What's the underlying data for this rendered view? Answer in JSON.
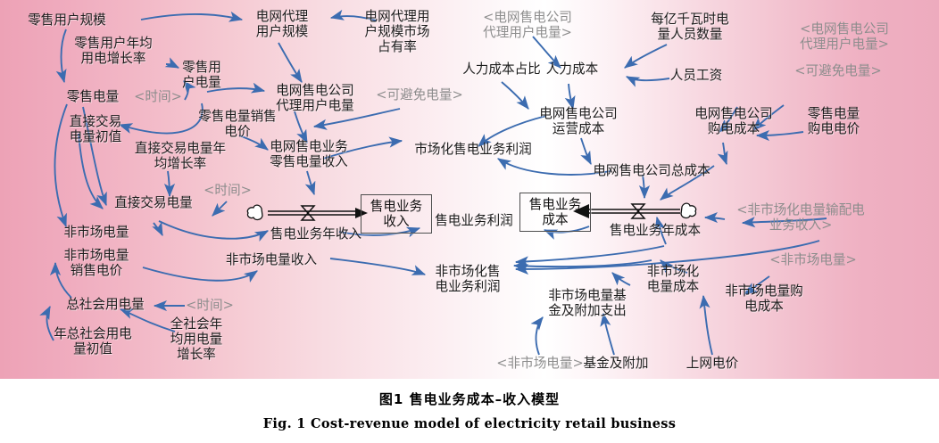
{
  "figure": {
    "caption_cn": "图1   售电业务成本–收入模型",
    "caption_en": "Fig. 1    Cost-revenue model of electricity retail business",
    "background_left": "#eda2b6",
    "background_center": "#ffffff",
    "background_right": "#edabbe",
    "arrow_color": "#3c6cb0",
    "flow_color": "#1a1a1a"
  },
  "stocks": [
    {
      "id": "revenue-stock",
      "label": "售电业务\n收入"
    },
    {
      "id": "cost-stock",
      "label": "售电业务\n成本"
    }
  ],
  "flows": [
    {
      "id": "annual-revenue-flow",
      "label": "售电业务年收入"
    },
    {
      "id": "annual-cost-flow",
      "label": "售电业务年成本"
    }
  ],
  "variables": [
    {
      "id": "v01",
      "label": "零售用户规模"
    },
    {
      "id": "v02",
      "label": "零售用户年均\n用电增长率"
    },
    {
      "id": "v03",
      "label": "零售用\n户电量"
    },
    {
      "id": "v04",
      "label": "零售电量"
    },
    {
      "id": "v05",
      "label": "直接交易\n电量初值"
    },
    {
      "id": "v06",
      "label": "直接交易电量年\n均增长率"
    },
    {
      "id": "v07",
      "label": "直接交易电量"
    },
    {
      "id": "v08",
      "label": "非市场电量"
    },
    {
      "id": "v09",
      "label": "非市场电量\n销售电价"
    },
    {
      "id": "v10",
      "label": "总社会用电量"
    },
    {
      "id": "v11",
      "label": "年总社会用电\n量初值"
    },
    {
      "id": "v12",
      "label": "全社会年\n均用电量\n增长率"
    },
    {
      "id": "v13",
      "label": "电网代理\n用户规模"
    },
    {
      "id": "v14",
      "label": "电网代理用\n户规模市场\n占有率"
    },
    {
      "id": "v15",
      "label": "电网售电公司\n代理用户电量"
    },
    {
      "id": "v16",
      "label": "零售电量销售\n电价"
    },
    {
      "id": "v17",
      "label": "电网售电业务\n零售电量收入"
    },
    {
      "id": "v18",
      "label": "市场化售电业务利润"
    },
    {
      "id": "v19",
      "label": "人力成本占比"
    },
    {
      "id": "v20",
      "label": "人力成本"
    },
    {
      "id": "v21",
      "label": "每亿千瓦时电\n量人员数量"
    },
    {
      "id": "v22",
      "label": "人员工资"
    },
    {
      "id": "v23",
      "label": "电网售电公司\n运营成本"
    },
    {
      "id": "v24",
      "label": "电网售电公司\n购电成本"
    },
    {
      "id": "v25",
      "label": "零售电量\n购电电价"
    },
    {
      "id": "v26",
      "label": "电网售电公司总成本"
    },
    {
      "id": "v27",
      "label": "售电业务利润"
    },
    {
      "id": "v28",
      "label": "非市场电量收入"
    },
    {
      "id": "v29",
      "label": "非市场化售\n电业务利润"
    },
    {
      "id": "v30",
      "label": "非市场电量基\n金及附加支出"
    },
    {
      "id": "v31",
      "label": "基金及附加"
    },
    {
      "id": "v32",
      "label": "非市场化\n电量成本"
    },
    {
      "id": "v33",
      "label": "非市场电量购\n电成本"
    },
    {
      "id": "v34",
      "label": "上网电价"
    }
  ],
  "shadow_variables": [
    {
      "id": "s01",
      "label": "<时间>"
    },
    {
      "id": "s02",
      "label": "<时间>"
    },
    {
      "id": "s03",
      "label": "<时间>"
    },
    {
      "id": "s04",
      "label": "<可避免电量>"
    },
    {
      "id": "s05",
      "label": "<电网售电公司\n代理用户电量>"
    },
    {
      "id": "s06",
      "label": "<电网售电公司\n代理用户电量>"
    },
    {
      "id": "s07",
      "label": "<可避免电量>"
    },
    {
      "id": "s08",
      "label": "<非市场化电量输配电\n业务收入>"
    },
    {
      "id": "s09",
      "label": "<非市场电量>"
    },
    {
      "id": "s10",
      "label": "<非市场电量>"
    }
  ]
}
